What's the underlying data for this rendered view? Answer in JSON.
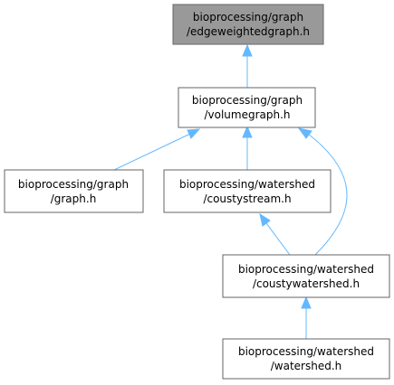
{
  "diagram": {
    "nodes": {
      "edgeweightedgraph": {
        "line1": "bioprocessing/graph",
        "line2": "/edgeweightedgraph.h",
        "highlighted": true
      },
      "volumegraph": {
        "line1": "bioprocessing/graph",
        "line2": "/volumegraph.h",
        "highlighted": false
      },
      "graph": {
        "line1": "bioprocessing/graph",
        "line2": "/graph.h",
        "highlighted": false
      },
      "coustystream": {
        "line1": "bioprocessing/watershed",
        "line2": "/coustystream.h",
        "highlighted": false
      },
      "coustywatershed": {
        "line1": "bioprocessing/watershed",
        "line2": "/coustywatershed.h",
        "highlighted": false
      },
      "watershed": {
        "line1": "bioprocessing/watershed",
        "line2": "/watershed.h",
        "highlighted": false
      }
    },
    "edges": [
      {
        "from": "volumegraph",
        "to": "edgeweightedgraph"
      },
      {
        "from": "graph",
        "to": "volumegraph"
      },
      {
        "from": "coustystream",
        "to": "volumegraph"
      },
      {
        "from": "coustywatershed",
        "to": "volumegraph"
      },
      {
        "from": "coustywatershed",
        "to": "coustystream"
      },
      {
        "from": "watershed",
        "to": "coustywatershed"
      }
    ],
    "colors": {
      "highlight_fill": "#999999",
      "node_fill": "#ffffff",
      "border": "#666666",
      "edge": "#63b8ff",
      "text": "#000000"
    }
  }
}
